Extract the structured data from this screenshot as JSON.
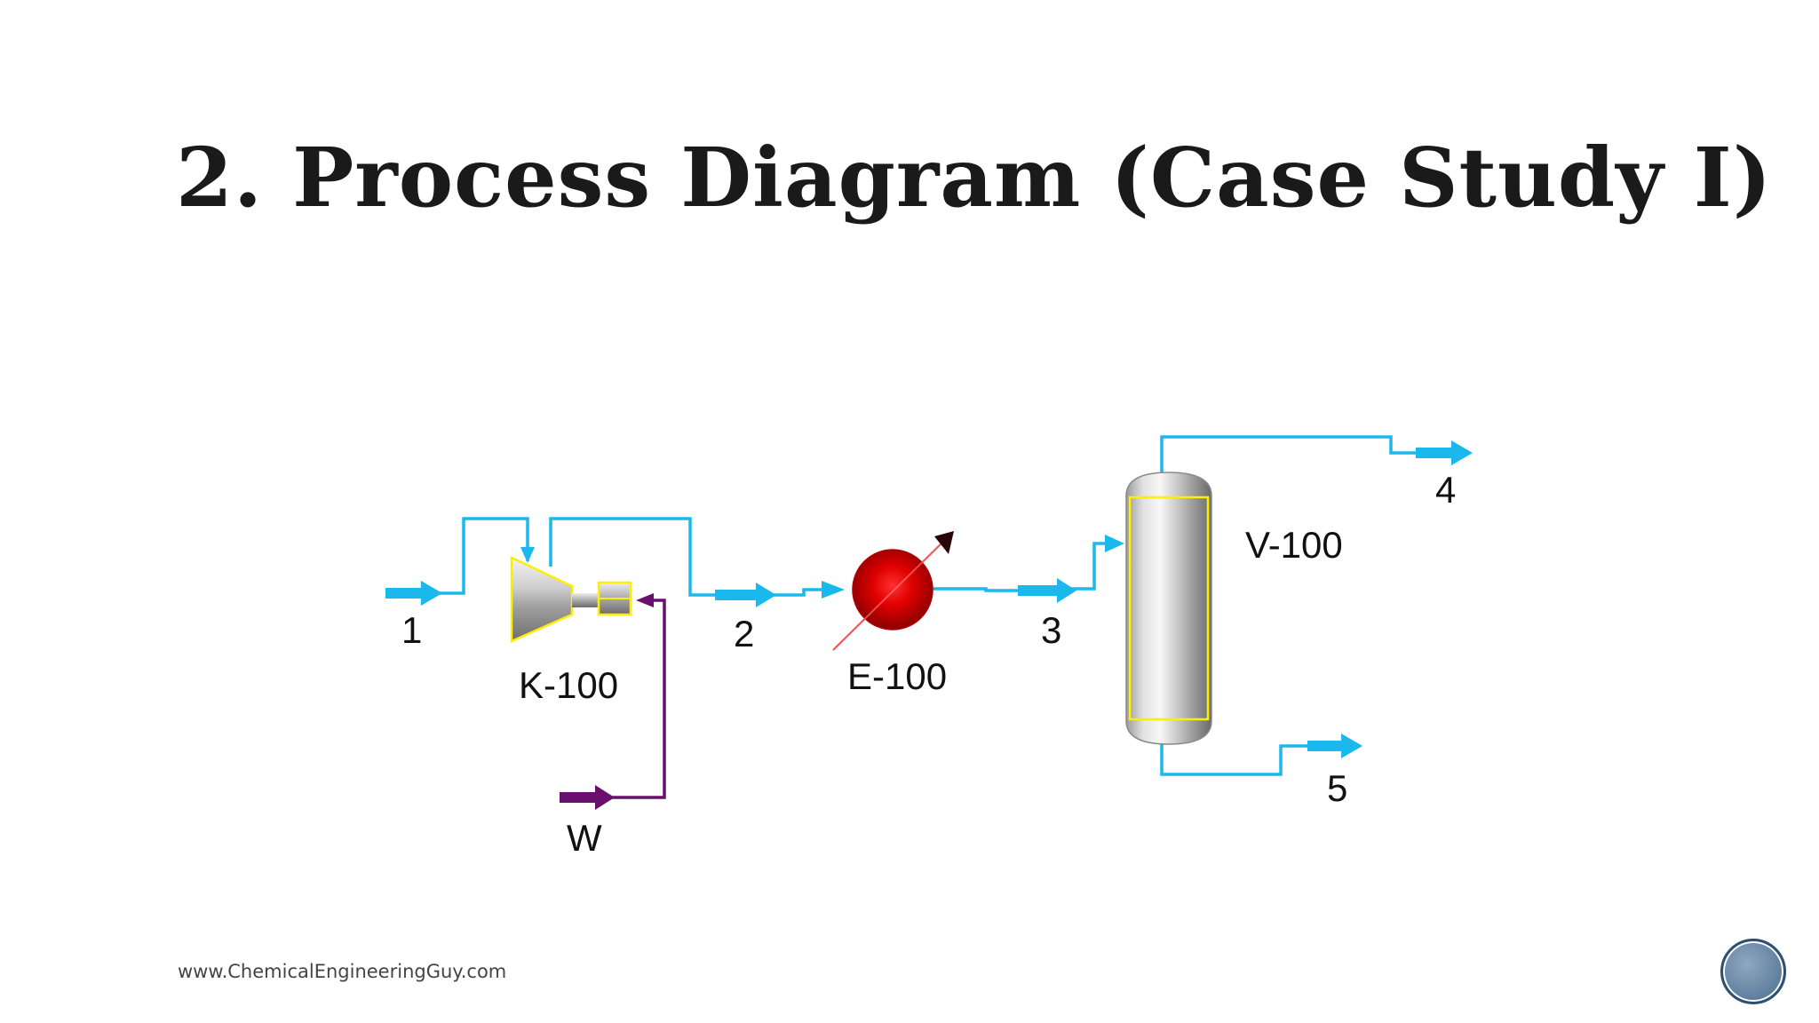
{
  "slide": {
    "title": "2. Process Diagram (Case Study I)",
    "footer_url": "www.ChemicalEngineeringGuy.com"
  },
  "diagram": {
    "colors": {
      "material_stream": "#1ab8ec",
      "energy_stream": "#6a0f6e",
      "heater_body": "#dd0000",
      "vessel_body": "#c8c8c8",
      "outline": "#ffee00"
    },
    "equipment": [
      {
        "id": "k100",
        "label": "K-100",
        "kind": "compressor"
      },
      {
        "id": "e100",
        "label": "E-100",
        "kind": "heater"
      },
      {
        "id": "v100",
        "label": "V-100",
        "kind": "separator-vessel"
      }
    ],
    "streams": [
      {
        "id": "s1",
        "label": "1",
        "kind": "material"
      },
      {
        "id": "s2",
        "label": "2",
        "kind": "material"
      },
      {
        "id": "s3",
        "label": "3",
        "kind": "material"
      },
      {
        "id": "s4",
        "label": "4",
        "kind": "material"
      },
      {
        "id": "s5",
        "label": "5",
        "kind": "material"
      },
      {
        "id": "sw",
        "label": "W",
        "kind": "energy"
      }
    ]
  }
}
